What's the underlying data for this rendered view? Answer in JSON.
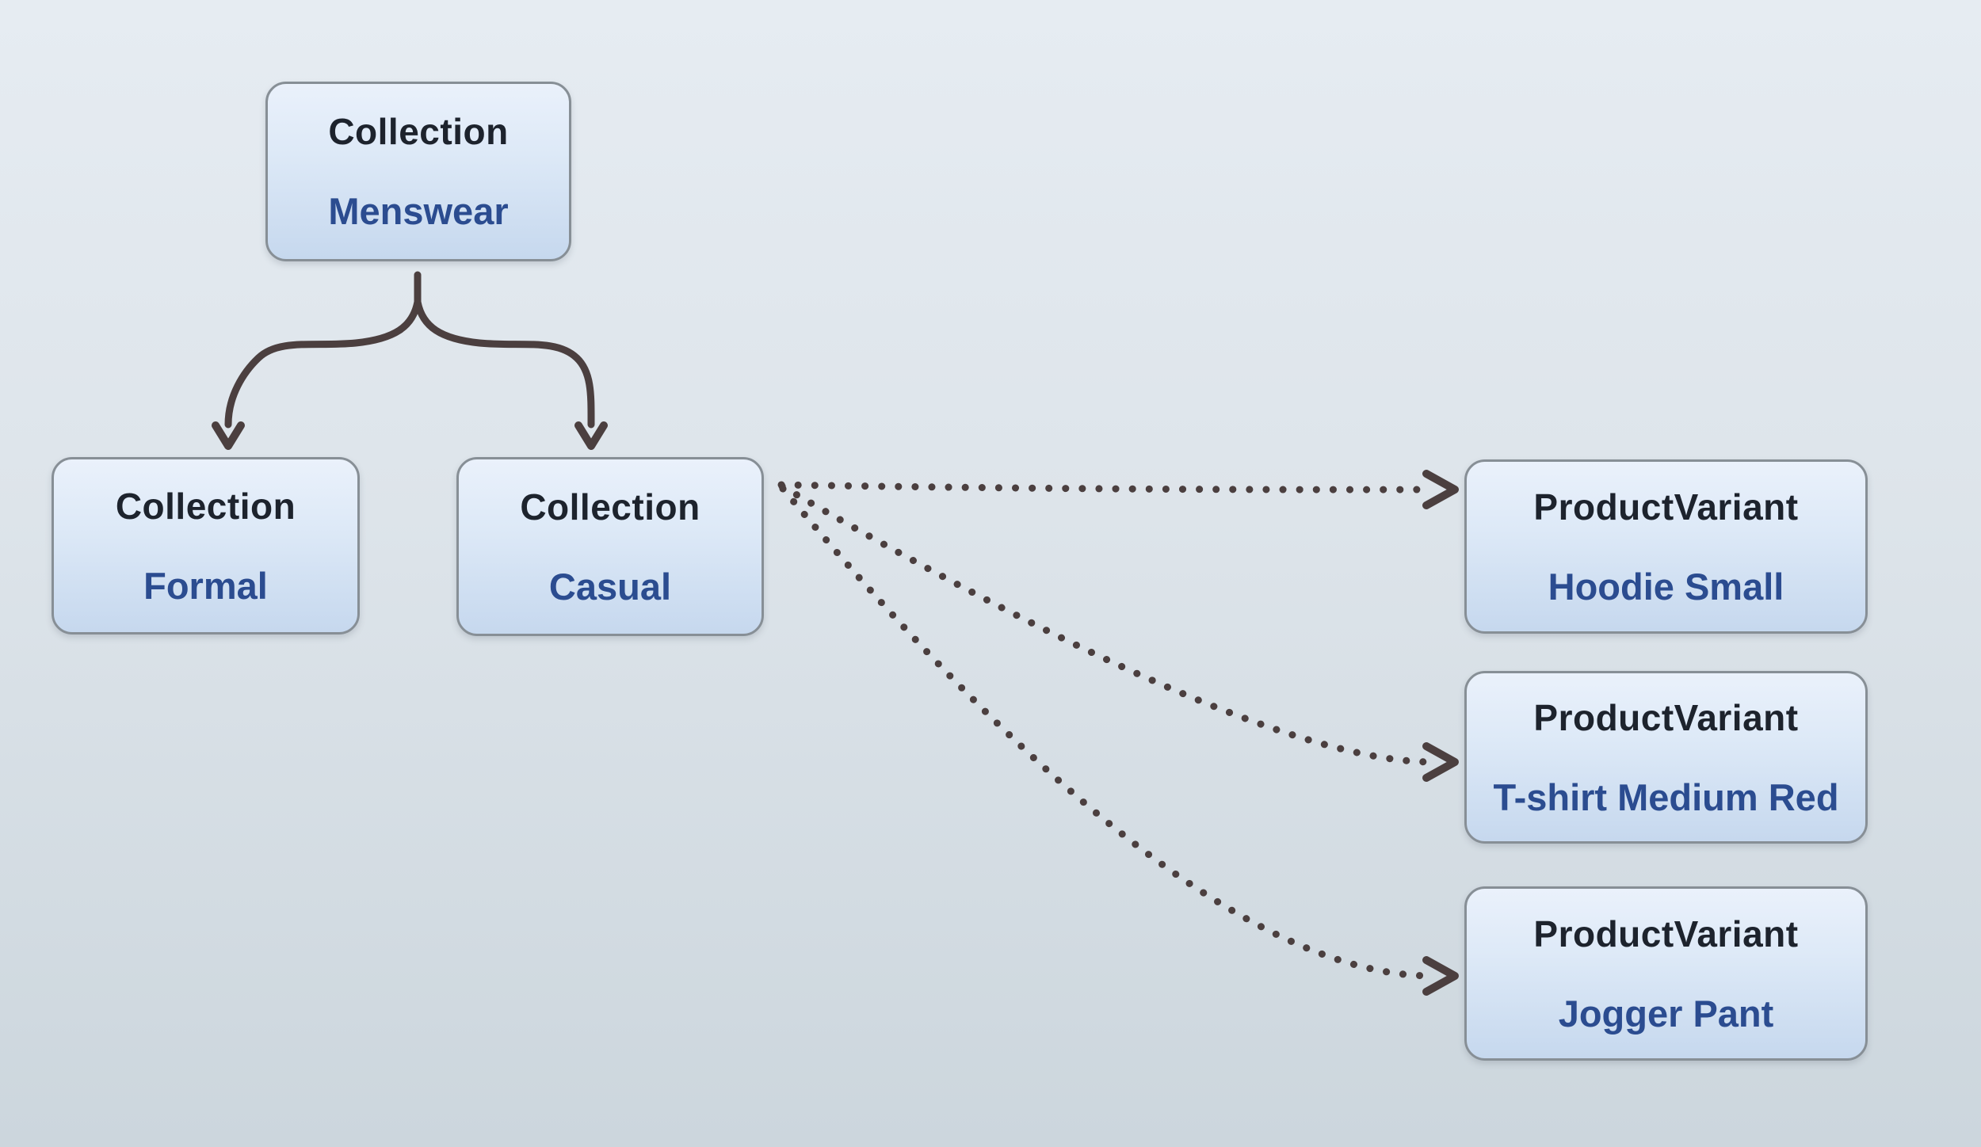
{
  "diagram": {
    "kind": "entity-relationship-tree",
    "colors": {
      "edge": "#4b3f3f",
      "node_border": "#878f96",
      "node_fill_top": "#eaf1fb",
      "node_fill_bottom": "#c6d8ee",
      "type_text": "#1d232d",
      "label_text": "#2b4c90",
      "background_top": "#e6ecf2",
      "background_bottom": "#ccd6dd"
    },
    "nodes": [
      {
        "id": "menswear",
        "type": "Collection",
        "name": "Menswear"
      },
      {
        "id": "formal",
        "type": "Collection",
        "name": "Formal"
      },
      {
        "id": "casual",
        "type": "Collection",
        "name": "Casual"
      },
      {
        "id": "hoodie",
        "type": "ProductVariant",
        "name": "Hoodie Small"
      },
      {
        "id": "tshirt",
        "type": "ProductVariant",
        "name": "T-shirt Medium Red"
      },
      {
        "id": "jogger",
        "type": "ProductVariant",
        "name": "Jogger Pant"
      }
    ],
    "edges": [
      {
        "from": "menswear",
        "to": "formal",
        "style": "solid"
      },
      {
        "from": "menswear",
        "to": "casual",
        "style": "solid"
      },
      {
        "from": "casual",
        "to": "hoodie",
        "style": "dotted"
      },
      {
        "from": "casual",
        "to": "tshirt",
        "style": "dotted"
      },
      {
        "from": "casual",
        "to": "jogger",
        "style": "dotted"
      }
    ]
  }
}
